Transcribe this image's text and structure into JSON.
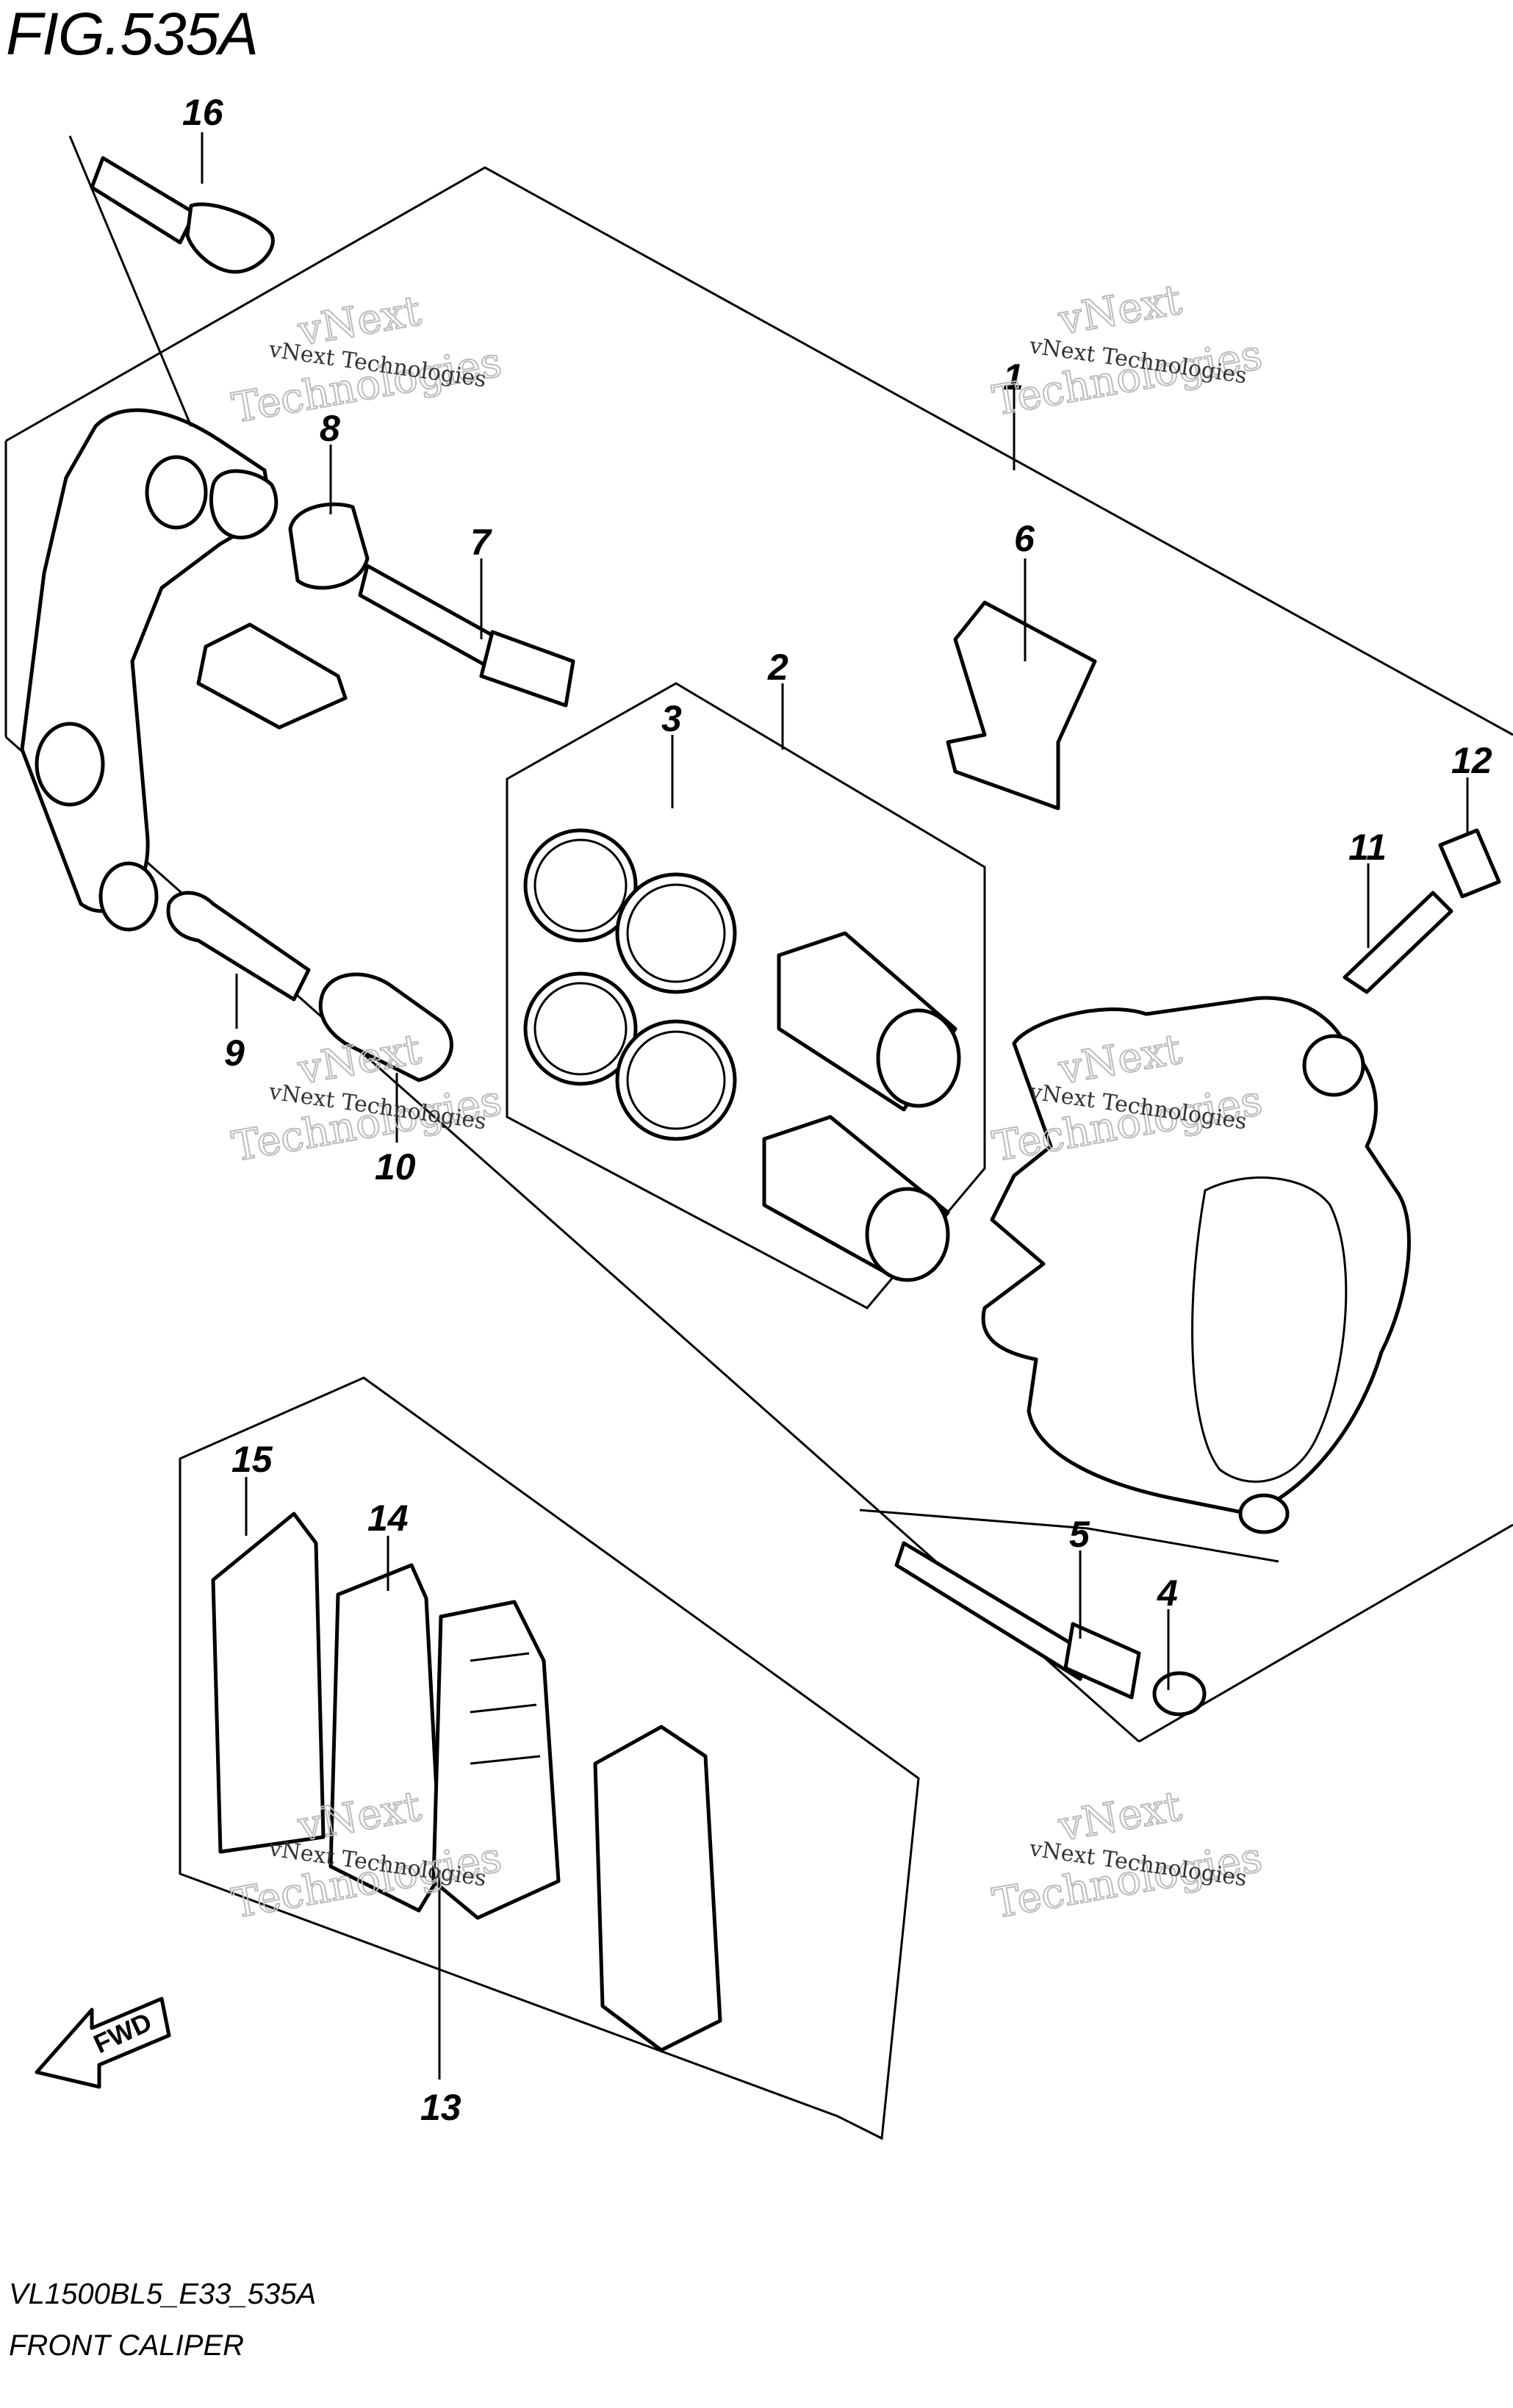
{
  "figure": {
    "title": "FIG.535A",
    "code": "VL1500BL5_E33_535A",
    "subtitle": "FRONT CALIPER"
  },
  "watermark": {
    "line1": "vNext Technologies",
    "line2": "vNext",
    "line3": "Technologies"
  },
  "fwd_label": "FWD",
  "callouts": {
    "c1": "1",
    "c2": "2",
    "c3": "3",
    "c4": "4",
    "c5": "5",
    "c6": "6",
    "c7": "7",
    "c8": "8",
    "c9": "9",
    "c10": "10",
    "c11": "11",
    "c12": "12",
    "c13": "13",
    "c14": "14",
    "c15": "15",
    "c16": "16"
  }
}
